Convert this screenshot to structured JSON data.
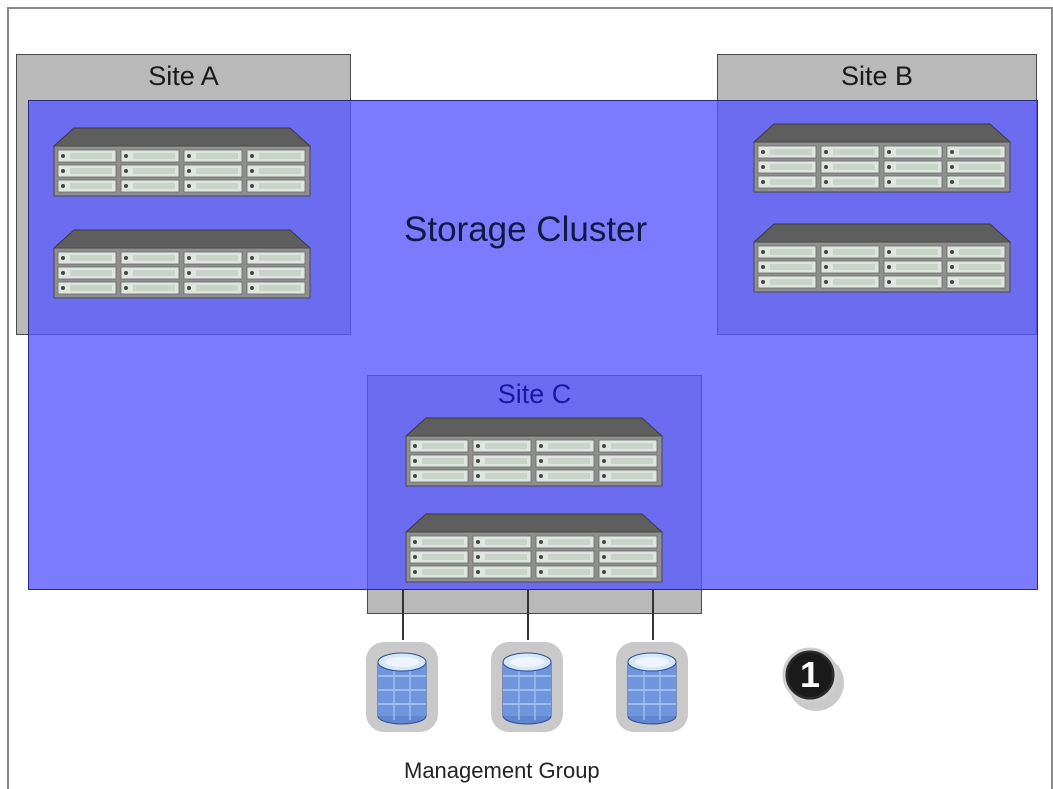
{
  "sites": {
    "a": {
      "label": "Site A"
    },
    "b": {
      "label": "Site B"
    },
    "c": {
      "label": "Site C"
    }
  },
  "cluster": {
    "label": "Storage Cluster"
  },
  "management_group": {
    "label": "Management Group"
  },
  "callout": {
    "number": "1"
  },
  "colors": {
    "cluster_fill": "#5456ff",
    "site_fill": "#b9b9b9",
    "disk_body": "#6a8fd0"
  },
  "icons": {
    "server": "storage-server-icon",
    "disk": "database-disk-icon",
    "callout": "numbered-callout-icon"
  }
}
